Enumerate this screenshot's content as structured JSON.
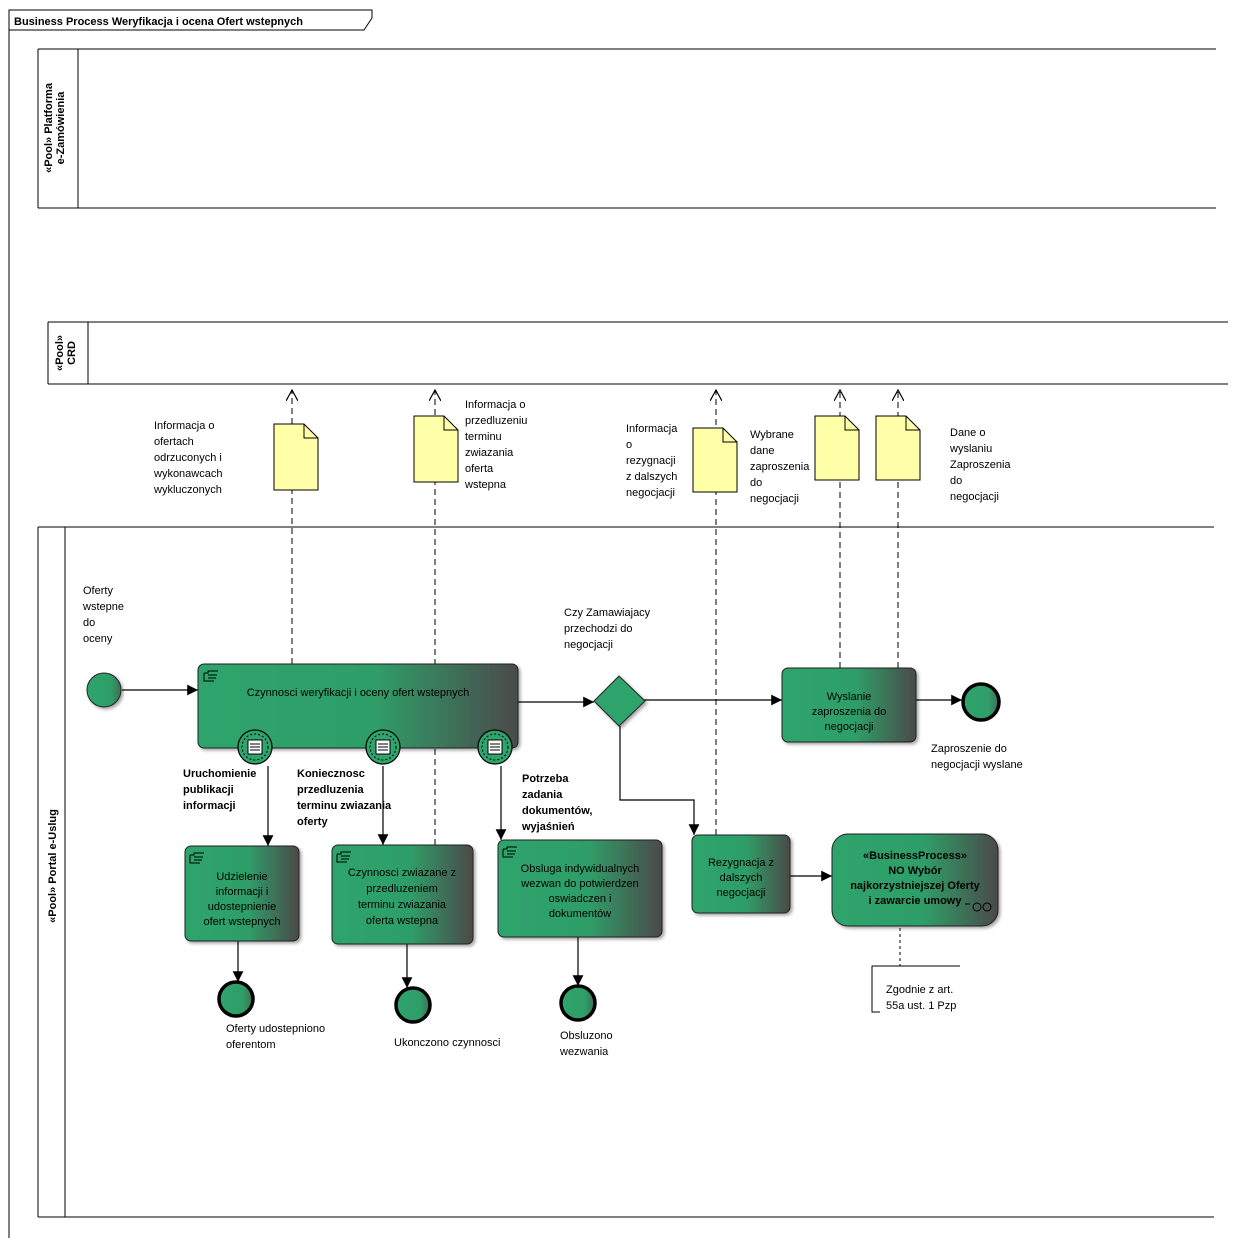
{
  "diagram": {
    "title": "Business Process Weryfikacja i ocena Ofert wstepnych",
    "colors": {
      "task_fill": "#2fa46c",
      "task_fill_dark": "#4a4a4a",
      "event_fill": "#2fa46c",
      "document_fill": "#ffffa8",
      "line": "#000000"
    }
  },
  "pools": {
    "platforma": [
      "«Pool» Platforma",
      "e-Zamówienia"
    ],
    "crd": [
      "«Pool»",
      "CRD"
    ],
    "portal": "«Pool» Portal e-Uslug"
  },
  "documents": {
    "doc1": [
      "Informacja o",
      "ofertach",
      "odrzuconych i",
      "wykonawcach",
      "wykluczonych"
    ],
    "doc2": [
      "Informacja o",
      "przedluzeniu",
      "terminu",
      "zwiazania",
      "oferta",
      "wstepna"
    ],
    "doc3": [
      "Informacja",
      "o",
      "rezygnacji",
      "z dalszych",
      "negocjacji"
    ],
    "doc4": [
      "Wybrane",
      "dane",
      "zaproszenia",
      "do",
      "negocjacji"
    ],
    "doc5": [
      "Dane o",
      "wyslaniu",
      "Zaproszenia",
      "do",
      "negocjacji"
    ]
  },
  "events": {
    "start": [
      "Oferty",
      "wstepne",
      "do",
      "oceny"
    ],
    "end_invitation": [
      "Zaproszenie do",
      "negocjacji wyslane"
    ],
    "end_shared": [
      "Oferty udostepniono",
      "oferentom"
    ],
    "end_completed": [
      "Ukonczono czynnosci"
    ],
    "end_handled": [
      "Obsluzono",
      "wezwania"
    ]
  },
  "gateway": {
    "label": [
      "Czy Zamawiajacy",
      "przechodzi do",
      "negocjacji"
    ]
  },
  "tasks": {
    "main": [
      "Czynnosci weryfikacji i oceny ofert wstepnych"
    ],
    "send_invitation": [
      "Wyslanie",
      "zaproszenia do",
      "negocjacji"
    ],
    "share_info": [
      "Udzielenie",
      "informacji i",
      "udostepnienie",
      "ofert wstepnych"
    ],
    "extension": [
      "Czynnosci zwiazane z",
      "przedluzeniem",
      "terminu zwiazania",
      "oferta wstepna"
    ],
    "summons": [
      "Obsluga indywidualnych",
      "wezwan do potwierdzen",
      "oswiadczen i",
      "dokumentów"
    ],
    "resign": [
      "Rezygnacja z",
      "dalszych",
      "negocjacji"
    ],
    "subprocess": [
      "«BusinessProcess»",
      "NO Wybór",
      "najkorzystniejszej Oferty",
      "i zawarcie umowy"
    ]
  },
  "boundary_events": {
    "publish": [
      "Uruchomienie",
      "publikacji",
      "informacji"
    ],
    "extend": [
      "Koniecznosc",
      "przedluzenia",
      "terminu zwiazania",
      "oferty"
    ],
    "request": [
      "Potrzeba",
      "zadania",
      "dokumentów,",
      "wyjaśnień"
    ]
  },
  "note": [
    "Zgodnie z art.",
    "55a ust. 1 Pzp"
  ]
}
